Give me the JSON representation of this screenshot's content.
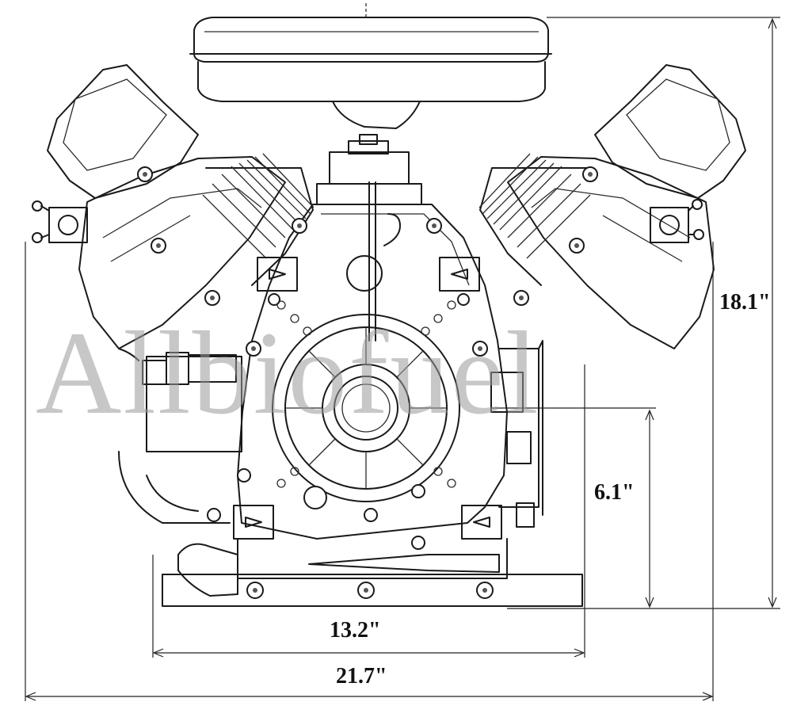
{
  "watermark": "Allbiofuel",
  "dimensions": {
    "height_overall": "18.1\"",
    "shaft_height": "6.1\"",
    "base_width": "13.2\"",
    "overall_width": "21.7\""
  }
}
